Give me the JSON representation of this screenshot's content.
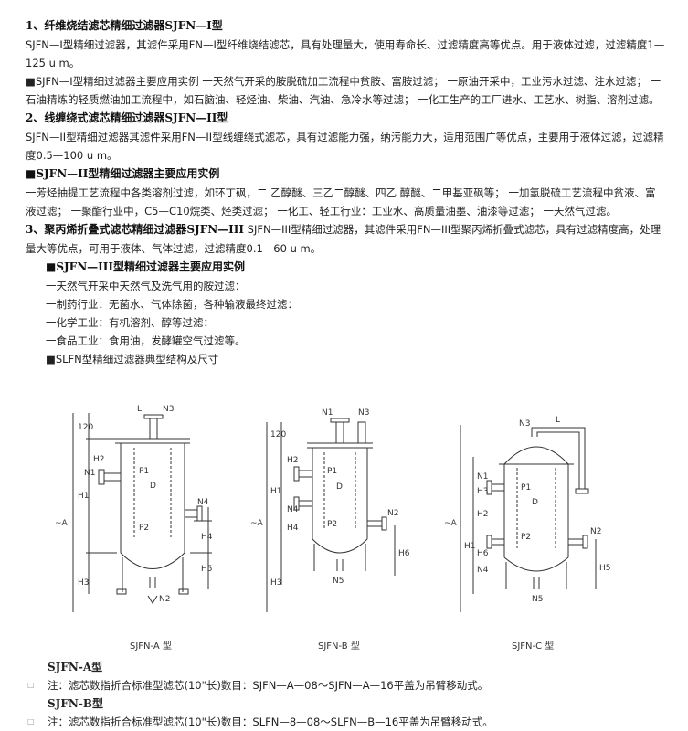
{
  "s1": {
    "title": "1、纤维烧结滤芯精细过滤器SJFN—I型",
    "desc": "SJFN—I型精细过滤器，其滤件采用FN—I型纤维烧结滤芯，具有处理量大，使用寿命长、过滤精度高等优点。用于液体过滤，过滤精度1—125 u m。",
    "apps": "■SJFN—I型精细过滤器主要应用实例 一天然气开采的胺脱硫加工流程中贫胺、富胺过滤； 一原油开采中，工业污水过滤、注水过滤； 一石油精炼的轻质燃油加工流程中，如石脑油、轻烃油、柴油、汽油、急冷水等过滤； 一化工生产的工厂进水、工艺水、树脂、溶剂过滤。"
  },
  "s2": {
    "title": "2、线缠绕式滤芯精细过滤器SJFN—II型",
    "desc": "SJFN—II型精细过滤器其滤件采用FN—II型线缠绕式滤芯，具有过滤能力强，纳污能力大，适用范围广等优点，主要用于液体过滤，过滤精度0.5—100 u m。",
    "apps_title": "■SJFN—II型精细过滤器主要应用实例",
    "apps": "一芳烃抽提工艺流程中各类溶剂过滤，如环丁砜，二 乙醇醚、三乙二醇醚、四乙 醇醚、二甲基亚砜等； 一加氢脱硫工艺流程中贫液、富液过滤； 一聚酯行业中，C5—C10烷类、烃类过滤； 一化工、轻工行业：工业水、高质量油墨、油漆等过滤； 一天然气过滤。"
  },
  "s3": {
    "title": "3、聚丙烯折叠式滤芯精细过滤器SJFN—III",
    "desc": " SJFN—III型精细过滤器，其滤件采用FN—III型聚丙烯折叠式滤芯，具有过滤精度高，处理量大等优点，可用于液体、气体过滤，过滤精度0.1—60 u m。",
    "apps_title": "■SJFN—III型精细过滤器主要应用实例",
    "apps": [
      "一天然气开采中天然气及洗气用的胺过滤：",
      "一制药行业：无菌水、气体除菌，各种输液最终过滤：",
      "一化学工业：有机溶剂、醇等过滤：",
      "一食品工业：食用油，发酵罐空气过滤等。"
    ],
    "fig_title": "■SLFN型精细过滤器典型结构及尺寸"
  },
  "figure": {
    "captions": [
      "SJFN-A 型",
      "SJFN-B 型",
      "SJFN-C 型"
    ],
    "a_labels": [
      "L",
      "N3",
      "120",
      "N1",
      "H2",
      "P1",
      "D",
      "H1",
      "~A",
      "N4",
      "H4",
      "P2",
      "H5",
      "H3",
      "N2"
    ],
    "b_labels": [
      "N1",
      "N3",
      "120",
      "H2",
      "P1",
      "D",
      "H1",
      "N4",
      "~A",
      "H4",
      "P2",
      "N2",
      "H6",
      "H3",
      "N5"
    ],
    "c_labels": [
      "N3",
      "L",
      "N1",
      "H3",
      "P1",
      "D",
      "~A",
      "H2",
      "H1",
      "P2",
      "H6",
      "N4",
      "N2",
      "H5",
      "N5"
    ]
  },
  "bottom": {
    "a_title": "SJFN-A型",
    "a_note": "注：滤芯数指折合标准型滤芯(10\"长)数目：SJFN—A—08～SJFN—A—16平盖为吊臂移动式。",
    "b_title": "SJFN-B型",
    "b_note": "注：滤芯数指折合标准型滤芯(10\"长)数目：SLFN—8—08～SLFN—B—16平盖为吊臂移动式。"
  }
}
